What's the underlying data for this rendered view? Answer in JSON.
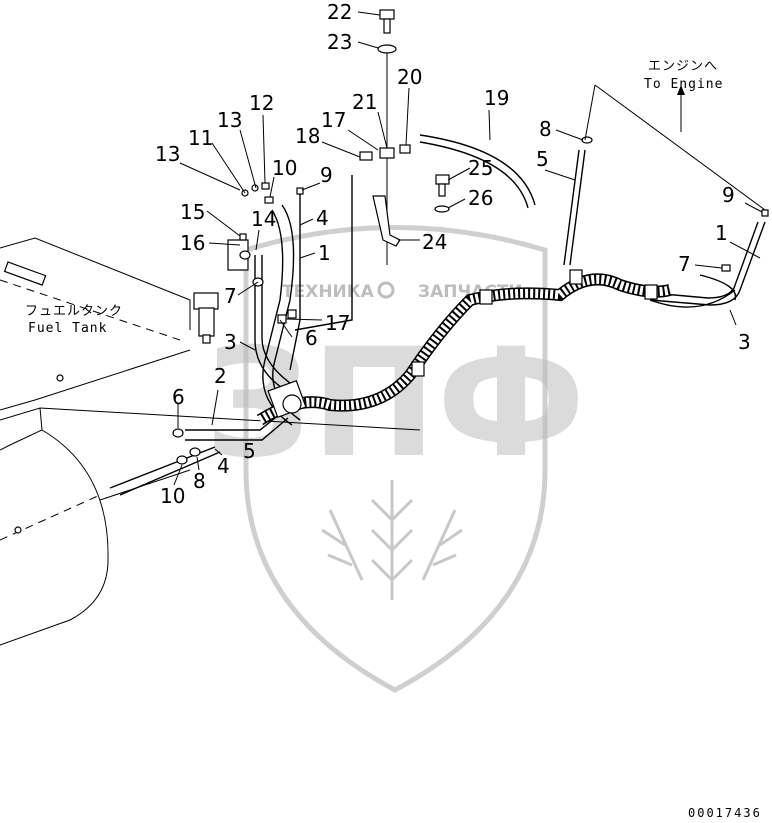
{
  "diagram": {
    "labels": {
      "fuel_tank_jp": "フュエルタンク",
      "fuel_tank_en": "Fuel Tank",
      "to_engine_jp": "エンジンへ",
      "to_engine_en": "To Engine",
      "drawing_code": "00017436"
    },
    "watermark": {
      "text_left": "ТЕХНИКА",
      "text_right": "ЗАПЧАСТИ",
      "logo": "ЗПФ",
      "color": "#bdbdbd"
    },
    "callouts": {
      "c22": "22",
      "c23": "23",
      "c20": "20",
      "c21": "21",
      "c19": "19",
      "c17a": "17",
      "c18": "18",
      "c12": "12",
      "c13a": "13",
      "c11": "11",
      "c10a": "10",
      "c9a": "9",
      "c13b": "13",
      "c25": "25",
      "c26": "26",
      "c24": "24",
      "c15": "15",
      "c14": "14",
      "c4a": "4",
      "c16": "16",
      "c1a": "1",
      "c7a": "7",
      "c17b": "17",
      "c3a": "3",
      "c6a": "6",
      "c2": "2",
      "c6b": "6",
      "c5a": "5",
      "c10b": "10",
      "c8a": "8",
      "c4b": "4",
      "c8b": "8",
      "c5b": "5",
      "c9b": "9",
      "c1b": "1",
      "c7b": "7",
      "c3b": "3"
    }
  }
}
